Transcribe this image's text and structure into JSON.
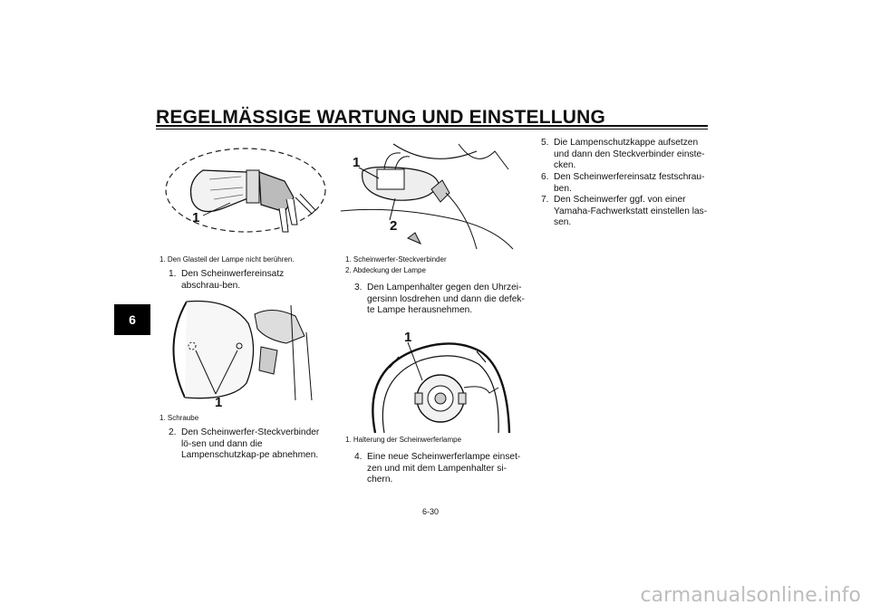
{
  "header": {
    "title": "REGELMÄSSIGE WARTUNG UND EINSTELLUNG"
  },
  "chapter_tab": "6",
  "figures": {
    "bulb": {
      "callout": "1",
      "caption": "1. Den Glasteil der Lampe nicht berühren."
    },
    "headlight_screw": {
      "callout": "1",
      "caption": "1. Schraube"
    },
    "connector": {
      "callout1": "1",
      "callout2": "2",
      "caption1": "1. Scheinwerfer-Steckverbinder",
      "caption2": "2. Abdeckung der Lampe"
    },
    "holder": {
      "callout": "1",
      "caption": "1. Halterung der Scheinwerferlampe"
    }
  },
  "steps": [
    {
      "num": "1.",
      "text": "Den Scheinwerfereinsatz abschrau-ben."
    },
    {
      "num": "2.",
      "text": "Den Scheinwerfer-Steckverbinder lö-sen und dann die Lampenschutzkap-pe abnehmen."
    },
    {
      "num": "3.",
      "text": "Den Lampenhalter gegen den Uhrzei-gersinn losdrehen und dann die defek-te Lampe herausnehmen."
    },
    {
      "num": "4.",
      "text": "Eine neue Scheinwerferlampe einset-zen und mit dem Lampenhalter si-chern."
    },
    {
      "num": "5.",
      "text": "Die Lampenschutzkappe aufsetzen und dann den Steckverbinder einste-cken."
    },
    {
      "num": "6.",
      "text": "Den Scheinwerfereinsatz festschrau-ben."
    },
    {
      "num": "7.",
      "text": "Den Scheinwerfer ggf. von einer Yamaha-Fachwerkstatt einstellen las-sen."
    }
  ],
  "page_number": "6-30",
  "footer": "carmanualsonline.info"
}
